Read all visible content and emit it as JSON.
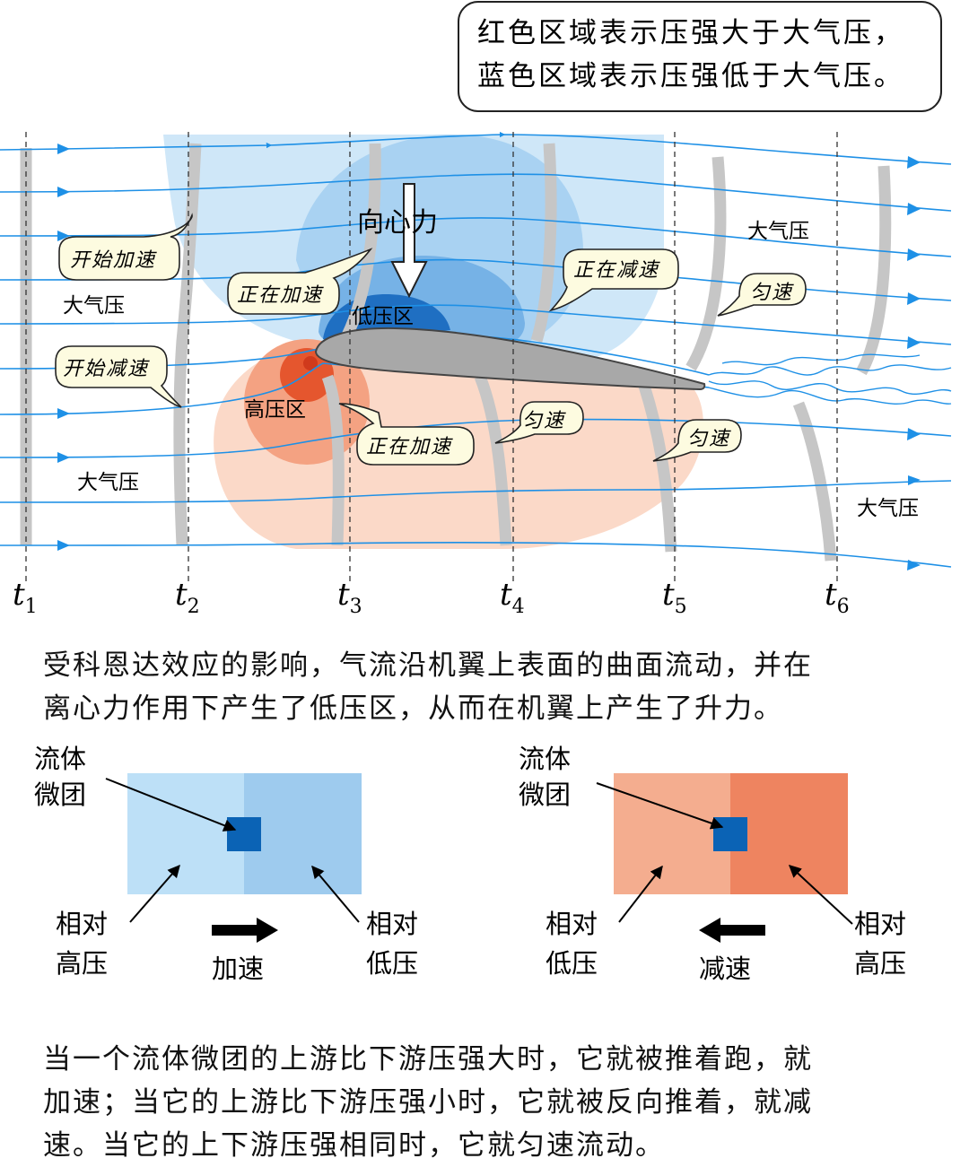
{
  "legend_note": {
    "line1": "红色区域表示压强大于大气压，",
    "line2": "蓝色区域表示压强低于大气压。"
  },
  "airfoil_figure": {
    "time_labels": [
      {
        "t": "t",
        "sub": "1"
      },
      {
        "t": "t",
        "sub": "2"
      },
      {
        "t": "t",
        "sub": "3"
      },
      {
        "t": "t",
        "sub": "4"
      },
      {
        "t": "t",
        "sub": "5"
      },
      {
        "t": "t",
        "sub": "6"
      }
    ],
    "labels": {
      "centripetal_force": "向心力",
      "low_pressure_zone": "低压区",
      "high_pressure_zone": "高压区",
      "atm_left_top": "大气压",
      "atm_left_bottom": "大气压",
      "atm_right_top": "大气压",
      "atm_right_bottom": "大气压"
    },
    "bubbles": {
      "start_accel": "开始加速",
      "start_decel": "开始减速",
      "accelerating_top": "正在加速",
      "decelerating": "正在减速",
      "uniform_top": "匀速",
      "accelerating_bottom": "正在加速",
      "uniform_mid": "匀速",
      "uniform_bottom": "匀速"
    },
    "colors": {
      "streamline": "#1e90e6",
      "low_pressure_1": "#cfe7f8",
      "low_pressure_2": "#a9d2f2",
      "low_pressure_3": "#76b2e6",
      "low_pressure_4": "#1f6fc2",
      "high_pressure_1": "#fbd9c8",
      "high_pressure_2": "#f4a282",
      "high_pressure_3": "#e5562e",
      "airfoil": "#a8a8a8",
      "bubble_fill": "#fdfbe0"
    }
  },
  "caption_1": {
    "line1": "受科恩达效应的影响，气流沿机翼上表面的曲面流动，并在",
    "line2": "离心力作用下产生了低压区，从而在机翼上产生了升力。"
  },
  "parcel_panels": {
    "left": {
      "parcel_label_1": "流体",
      "parcel_label_2": "微团",
      "upstream_label_1": "相对",
      "upstream_label_2": "高压",
      "downstream_label_1": "相对",
      "downstream_label_2": "低压",
      "motion": "加速",
      "colors": {
        "upstream": "#bde0f7",
        "downstream": "#9ecbee",
        "parcel": "#0b63b5"
      }
    },
    "right": {
      "parcel_label_1": "流体",
      "parcel_label_2": "微团",
      "upstream_label_1": "相对",
      "upstream_label_2": "低压",
      "downstream_label_1": "相对",
      "downstream_label_2": "高压",
      "motion": "减速",
      "colors": {
        "upstream": "#f4ad8f",
        "downstream": "#ee8460",
        "parcel": "#0b63b5"
      }
    }
  },
  "caption_2": {
    "line1": "当一个流体微团的上游比下游压强大时，它就被推着跑，就",
    "line2": "加速；当它的上游比下游压强小时，它就被反向推着，就减",
    "line3": "速。当它的上下游压强相同时，它就匀速流动。"
  }
}
